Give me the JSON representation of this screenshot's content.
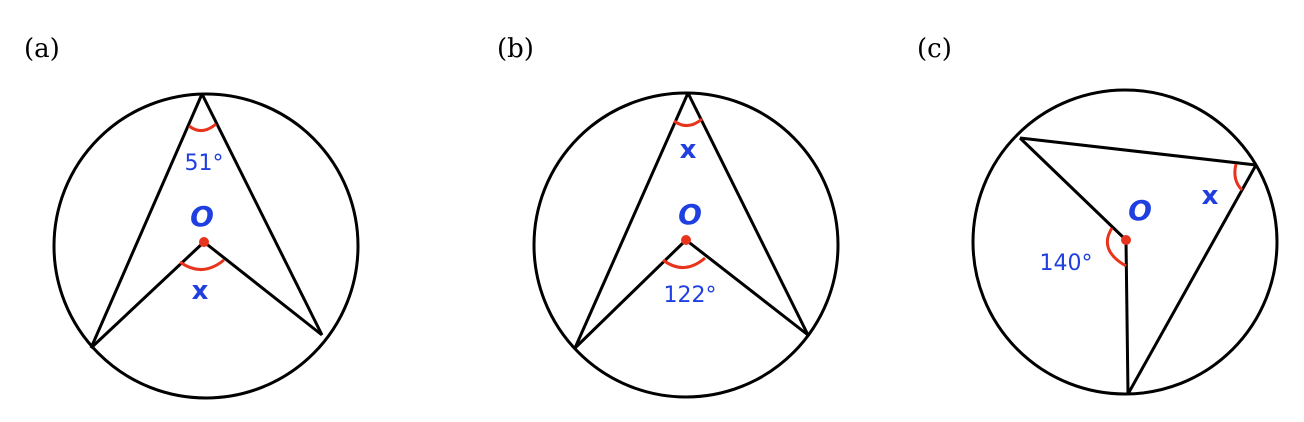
{
  "colors": {
    "line": "#000000",
    "arc": "#e8341c",
    "label": "#1f3fe0"
  },
  "panels": [
    {
      "label": "(a)",
      "center_label": "O",
      "inscribed_angle": "51°",
      "central_angle": "x"
    },
    {
      "label": "(b)",
      "center_label": "O",
      "inscribed_angle": "x",
      "central_angle": "122°"
    },
    {
      "label": "(c)",
      "center_label": "O",
      "inscribed_angle": "x",
      "central_angle": "140°"
    }
  ]
}
